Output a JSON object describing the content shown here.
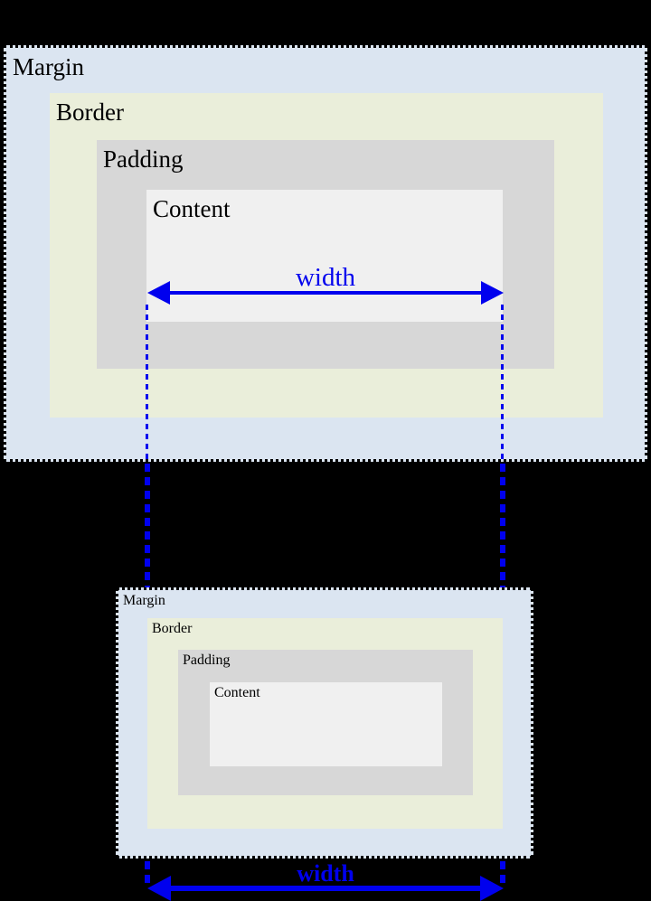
{
  "colors": {
    "page_bg": "#000000",
    "margin_fill": "#dbe5f1",
    "border_fill": "#eaeeda",
    "padding_fill": "#d7d7d7",
    "content_fill": "#f0f0f0",
    "accent_blue": "#0000ee",
    "outline_black": "#000000",
    "label_color": "#000000"
  },
  "diagram_top": {
    "margin_label": "Margin",
    "border_label": "Border",
    "padding_label": "Padding",
    "content_label": "Content",
    "width_label": "width"
  },
  "diagram_bottom": {
    "margin_label": "Margin",
    "border_label": "Border",
    "padding_label": "Padding",
    "content_label": "Content",
    "width_label": "width"
  }
}
